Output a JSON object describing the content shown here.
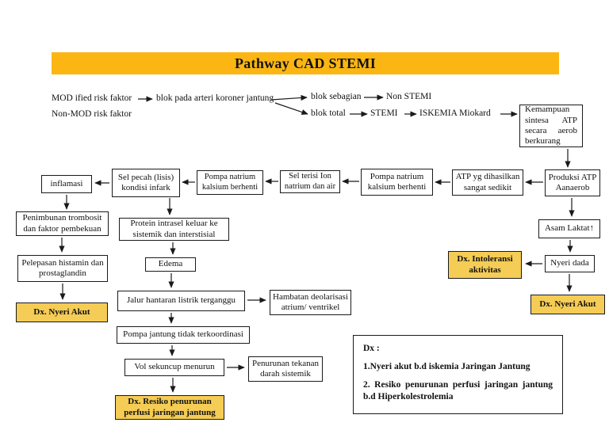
{
  "title": "Pathway CAD STEMI",
  "colors": {
    "title_bar_bg": "#FBB614",
    "dx_box_bg": "#F5CC55",
    "line": "#1a1a1a"
  },
  "top_row": {
    "mod_risk": "MOD ified risk faktor",
    "non_mod_risk": "Non-MOD risk faktor",
    "blok_arteri": "blok pada arteri koroner jantung",
    "blok_sebagian": "blok sebagian",
    "non_stemi": "Non STEMI",
    "blok_total": "blok total",
    "stemi": "STEMI",
    "iskemia": "ISKEMIA Miokard"
  },
  "nodes": {
    "kemampuan": {
      "l1": "Kemampuan",
      "l2a": "sintesa",
      "l2b": "ATP",
      "l3a": "secara",
      "l3b": "aerob",
      "l4": "berkurang"
    },
    "produksi_atp": "Produksi ATP Aanaerob",
    "atp_sedikit": "ATP yg dihasilkan sangat sedikit",
    "pompa_natrium_2": "Pompa natrium kalsium berhenti",
    "sel_terisi": "Sel terisi Ion natrium dan air",
    "pompa_natrium_1": "Pompa natrium kalsium berhenti",
    "sel_pecah": "Sel pecah (lisis) kondisi infark",
    "inflamasi": "inflamasi",
    "penimbunan": "Penimbunan trombosit dan faktor pembekuan",
    "pelepasan": "Pelepasan histamin dan prostaglandin",
    "dx_nyeri_left": "Dx. Nyeri Akut",
    "protein": "Protein intrasel keluar ke sistemik dan interstisial",
    "edema": "Edema",
    "jalur": "Jalur hantaran listrik terganggu",
    "hambatan": "Hambatan deolarisasi atrium/ ventrikel",
    "pompa_jantung": "Pompa jantung tidak terkoordinasi",
    "vol_sekuncup": "Vol sekuncup menurun",
    "penurunan_tekanan": "Penurunan tekanan darah sistemik",
    "dx_resiko": "Dx. Resiko penurunan perfusi jaringan jantung",
    "asam_laktat": {
      "label": "Asam Laktat",
      "suffix": "↑"
    },
    "nyeri_dada": "Nyeri dada",
    "dx_intoleransi": "Dx. Intoleransi aktivitas",
    "dx_nyeri_right": "Dx. Nyeri Akut"
  },
  "summary": {
    "heading": "Dx :",
    "item1": "1.Nyeri akut b.d iskemia Jaringan Jantung",
    "item2": "2. Resiko penurunan perfusi jaringan jantung b.d Hiperkolestrolemia"
  }
}
